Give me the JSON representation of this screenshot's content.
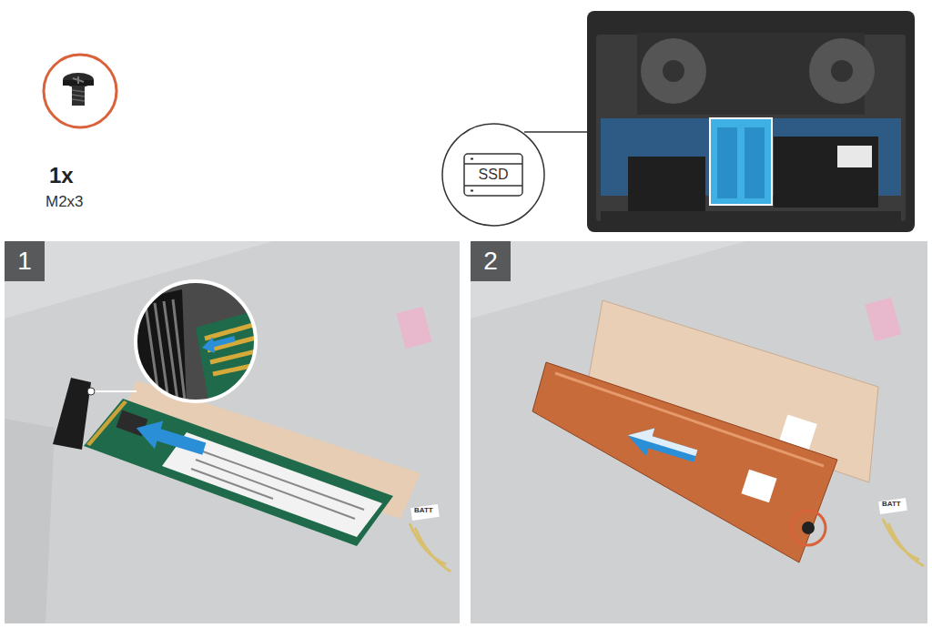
{
  "diagram": {
    "nodes": [
      {
        "text": [
          "SSD"
        ]
      },
      {
        "text": [
          "1"
        ]
      },
      {
        "text": [
          "2"
        ]
      }
    ],
    "labels": [
      "1x",
      "M2x3",
      "BATT",
      "BATT"
    ]
  }
}
